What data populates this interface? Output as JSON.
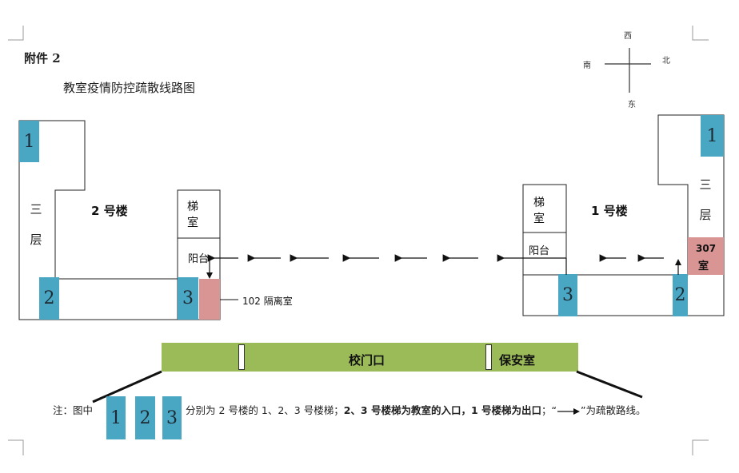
{
  "document": {
    "annex_label": "附件 2",
    "title": "教室疫情防控疏散线路图"
  },
  "compass": {
    "north": "北",
    "south": "南",
    "east": "东",
    "west": "西"
  },
  "building2": {
    "name": "2 号楼",
    "floor_label": [
      "三",
      "层"
    ],
    "stair_room": [
      "梯",
      "室"
    ],
    "balcony": "阳台",
    "stairs": [
      "1",
      "2",
      "3"
    ],
    "isolation_room": "102 隔离室"
  },
  "building1": {
    "name": "1 号楼",
    "floor_label": [
      "三",
      "层"
    ],
    "stair_room": [
      "梯",
      "室"
    ],
    "balcony": "阳台",
    "stairs": [
      "1",
      "2",
      "3"
    ],
    "room_number": "307",
    "room_suffix": "室"
  },
  "gate": {
    "label": "校门口",
    "guard_room": "保安室"
  },
  "note": {
    "prefix": "注：图中",
    "stairs": [
      "1",
      "2",
      "3"
    ],
    "text_a": "分别为 2 号楼的 1、2、3 号楼梯；",
    "text_b_bold": "2、3 号楼梯为教室的入口，1 号楼梯为出口",
    "text_c": "；“",
    "text_d": "”为疏散路线。"
  },
  "colors": {
    "stair_blue": "#4aa7c4",
    "isolation_pink": "#d99594",
    "gate_green": "#9bbb59"
  }
}
